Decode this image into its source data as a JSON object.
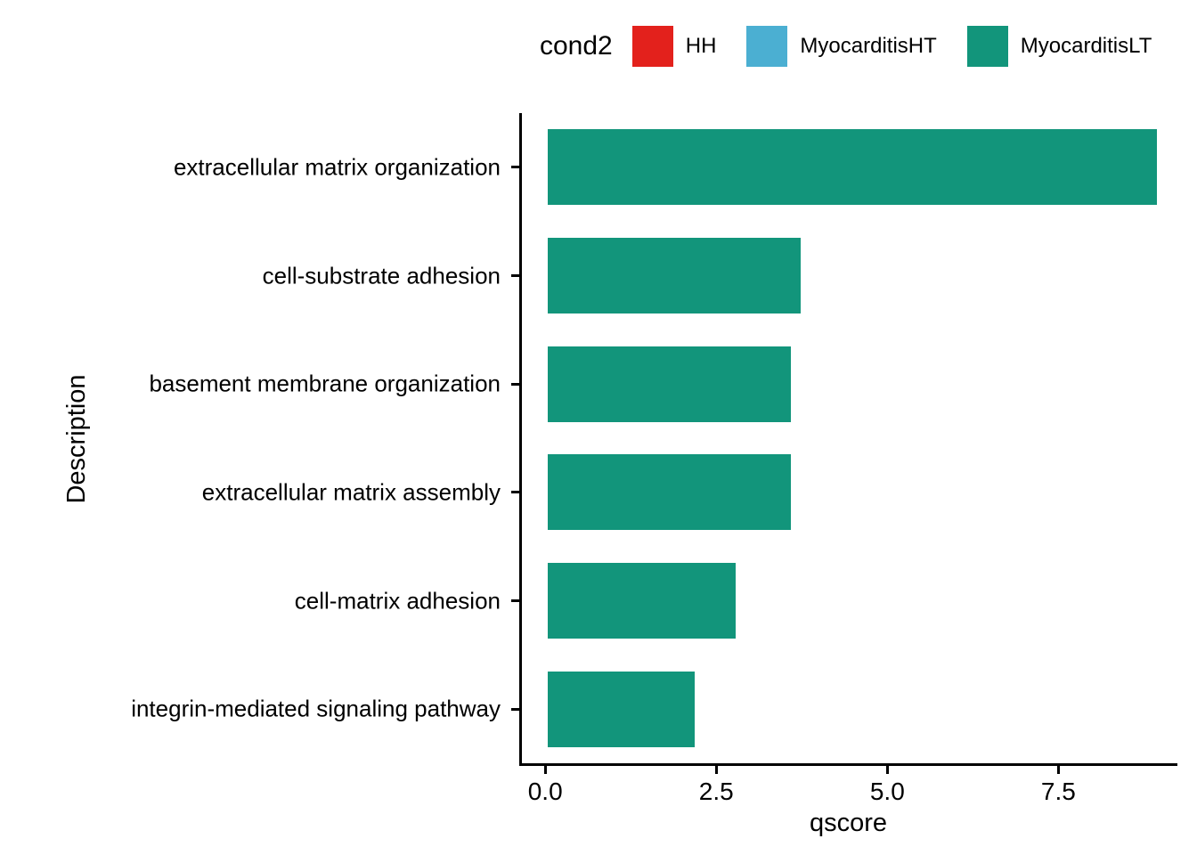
{
  "legend": {
    "title": "cond2",
    "items": [
      {
        "label": "HH",
        "color": "#e3211c"
      },
      {
        "label": "MyocarditisHT",
        "color": "#4bafd2"
      },
      {
        "label": "MyocarditisLT",
        "color": "#12957b"
      }
    ]
  },
  "chart_data": {
    "type": "bar",
    "orientation": "horizontal",
    "title": "",
    "xlabel": "qscore",
    "ylabel": "Description",
    "categories": [
      "extracellular matrix organization",
      "cell-substrate adhesion",
      "basement membrane organization",
      "extracellular matrix assembly",
      "cell-matrix adhesion",
      "integrin-mediated signaling pathway"
    ],
    "series": [
      {
        "name": "MyocarditisLT",
        "color": "#12957b",
        "values": [
          8.9,
          3.7,
          3.55,
          3.55,
          2.75,
          2.15
        ]
      }
    ],
    "xlim": [
      -0.38,
      9.2
    ],
    "xticks": [
      0.0,
      2.5,
      5.0,
      7.5
    ],
    "xtick_labels": [
      "0.0",
      "2.5",
      "5.0",
      "7.5"
    ],
    "grid": false,
    "legend_position": "top",
    "bar_fraction": 0.7
  }
}
